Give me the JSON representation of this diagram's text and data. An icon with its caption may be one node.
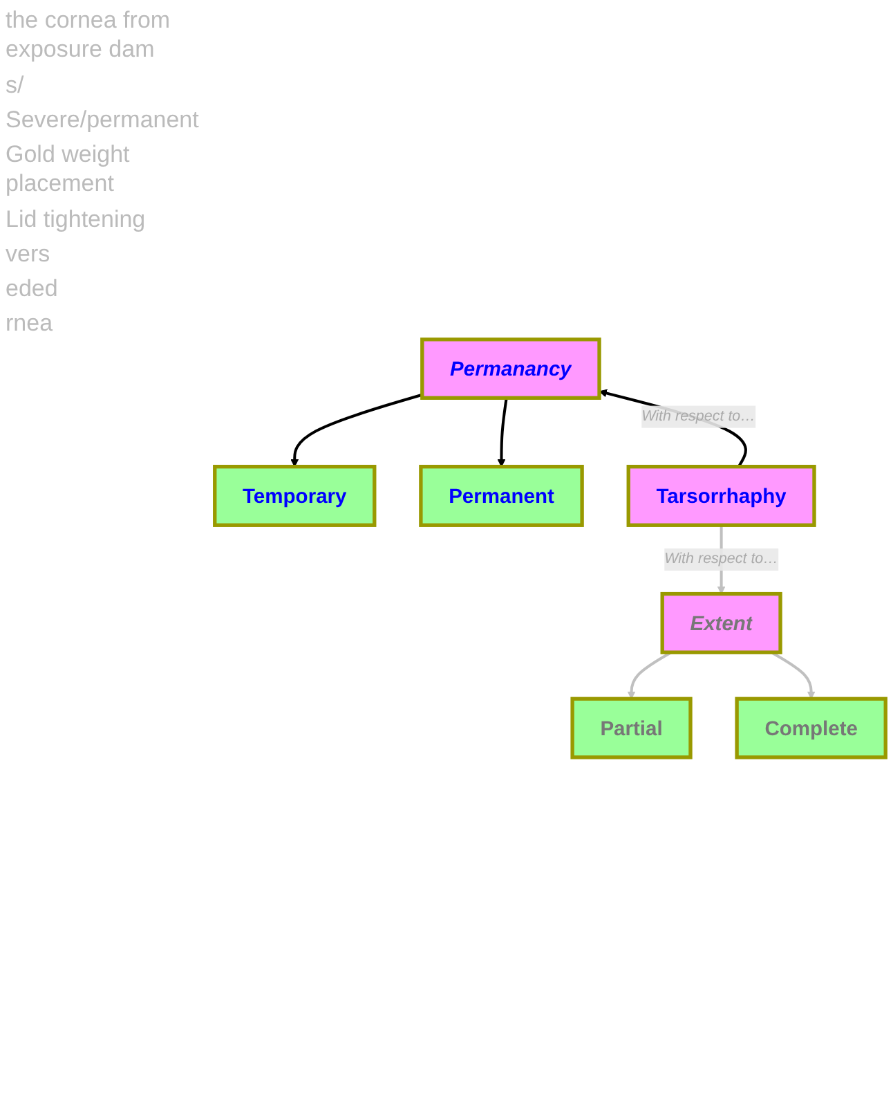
{
  "diagram": {
    "nodes": [
      {
        "text": [
          "Permanancy"
        ]
      },
      {
        "text": [
          "Temporary"
        ]
      },
      {
        "text": [
          "Permanent"
        ]
      },
      {
        "text": [
          "Tarsorrhaphy"
        ]
      },
      {
        "text": [
          "Partial"
        ]
      },
      {
        "text": [
          "Complete"
        ]
      },
      {
        "text": [
          "Extent"
        ]
      }
    ],
    "edges": [
      {
        "from": 0,
        "to": 1,
        "arrow": "to"
      },
      {
        "from": 0,
        "to": 2,
        "arrow": "to"
      },
      {
        "from": 3,
        "to": 0,
        "arrow": "to",
        "label": "With respect to…"
      },
      {
        "from": 6,
        "to": 4,
        "arrow": "to",
        "color": "#c0c0c0"
      },
      {
        "from": 6,
        "to": 5,
        "arrow": "to",
        "color": "#c0c0c0"
      },
      {
        "from": 3,
        "to": 6,
        "arrow": "to",
        "label": "With respect to…",
        "color": "#c0c0c0"
      }
    ],
    "labels": [
      "the cornea from exposure dam",
      "s/",
      "Severe/permanent",
      "Gold weight placement",
      "Lid tightening",
      "vers",
      "eded",
      "rnea"
    ]
  }
}
